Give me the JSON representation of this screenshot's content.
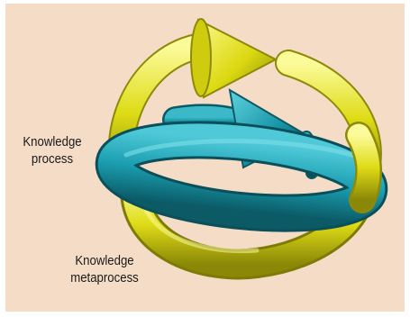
{
  "labels": {
    "knowledge_process_line1": "Knowledge",
    "knowledge_process_line2": "process",
    "knowledge_metaprocess_line1": "Knowledge",
    "knowledge_metaprocess_line2": "metaprocess"
  },
  "colors": {
    "background": "#f4dcc6",
    "yellow_ring": "#e5e21a",
    "yellow_dark": "#8c8a08",
    "teal_ring": "#1a9eb0",
    "teal_dark": "#0c5f6c",
    "label_text": "#1a1a1a"
  }
}
